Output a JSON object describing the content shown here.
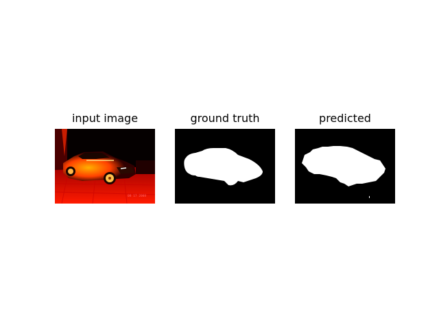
{
  "figure": {
    "panels": [
      {
        "title": "input image"
      },
      {
        "title": "ground truth"
      },
      {
        "title": "predicted"
      }
    ],
    "colors": {
      "background": "#ffffff",
      "mask_background": "#000000",
      "mask_foreground": "#ffffff",
      "image_red": "#ff1a00",
      "image_orange": "#ff8c00",
      "image_yellow": "#ffd24a"
    },
    "input_image": {
      "timestamp_text": "08 17 2008"
    }
  }
}
